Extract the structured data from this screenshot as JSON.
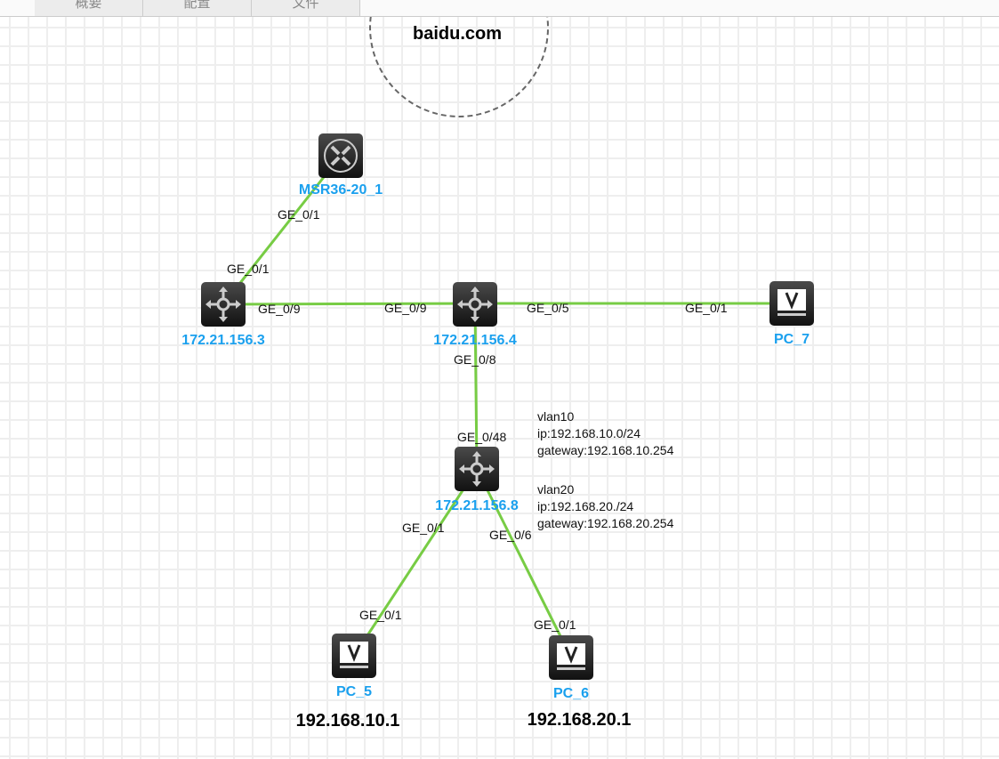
{
  "tabs": [
    "概要",
    "配置",
    "文件"
  ],
  "cloud": {
    "label": "baidu.com"
  },
  "nodes": {
    "router": {
      "name": "MSR36-20_1",
      "icon": "router-icon"
    },
    "sw3": {
      "name": "172.21.156.3",
      "icon": "switch-icon"
    },
    "sw4": {
      "name": "172.21.156.4",
      "icon": "switch-icon"
    },
    "sw8": {
      "name": "172.21.156.8",
      "icon": "switch-icon"
    },
    "pc7": {
      "name": "PC_7",
      "icon": "pc-icon"
    },
    "pc5": {
      "name": "PC_5",
      "icon": "pc-icon",
      "ip": "192.168.10.1"
    },
    "pc6": {
      "name": "PC_6",
      "icon": "pc-icon",
      "ip": "192.168.20.1"
    }
  },
  "ports": {
    "r_top": "GE_0/1",
    "sw3_r": "GE_0/1",
    "sw3_sw4": "GE_0/9",
    "sw4_sw3": "GE_0/9",
    "sw4_pc7": "GE_0/5",
    "pc7": "GE_0/1",
    "sw4_sw8": "GE_0/8",
    "sw8_sw4": "GE_0/48",
    "sw8_pc5": "GE_0/1",
    "sw8_pc6": "GE_0/6",
    "pc5": "GE_0/1",
    "pc6": "GE_0/1"
  },
  "notes": {
    "vlan10": [
      "vlan10",
      "ip:192.168.10.0/24",
      "gateway:192.168.10.254"
    ],
    "vlan20": [
      "vlan20",
      "ip:192.168.20./24",
      "gateway:192.168.20.254"
    ]
  },
  "colors": {
    "link": "#77cc44",
    "name": "#1aa0ee"
  }
}
